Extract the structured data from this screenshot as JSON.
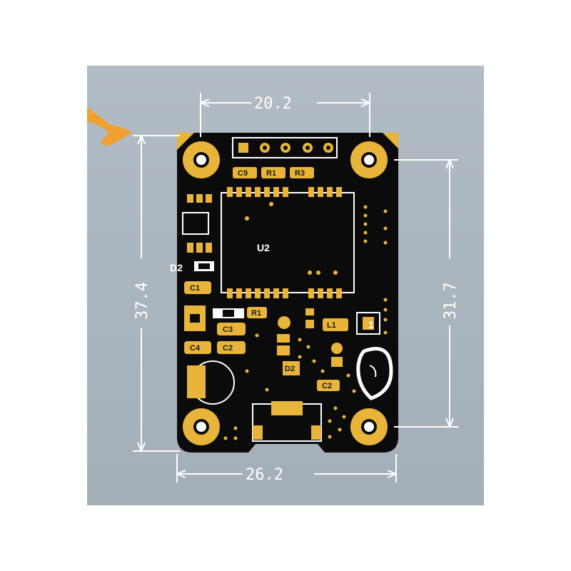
{
  "dimensions": {
    "top_width": "20.2",
    "bottom_width": "26.2",
    "left_height": "37.4",
    "right_height": "31.7"
  },
  "silkscreen": {
    "main_ic": "U2",
    "diode": "D2",
    "row_top": [
      "C9",
      "R1",
      "R3"
    ],
    "c1": "C1",
    "r1": "R1",
    "c3": "C3",
    "c4": "C4",
    "c2": "C2",
    "l1": "L1",
    "pin1": "1",
    "d2b": "D2",
    "c2b": "C2"
  },
  "colors": {
    "background": "#a9b3bc",
    "board": "#0b0b0b",
    "gold": "#e8b53a",
    "dimension_line": "#ffffff",
    "accent_orange": "#f0a030"
  }
}
